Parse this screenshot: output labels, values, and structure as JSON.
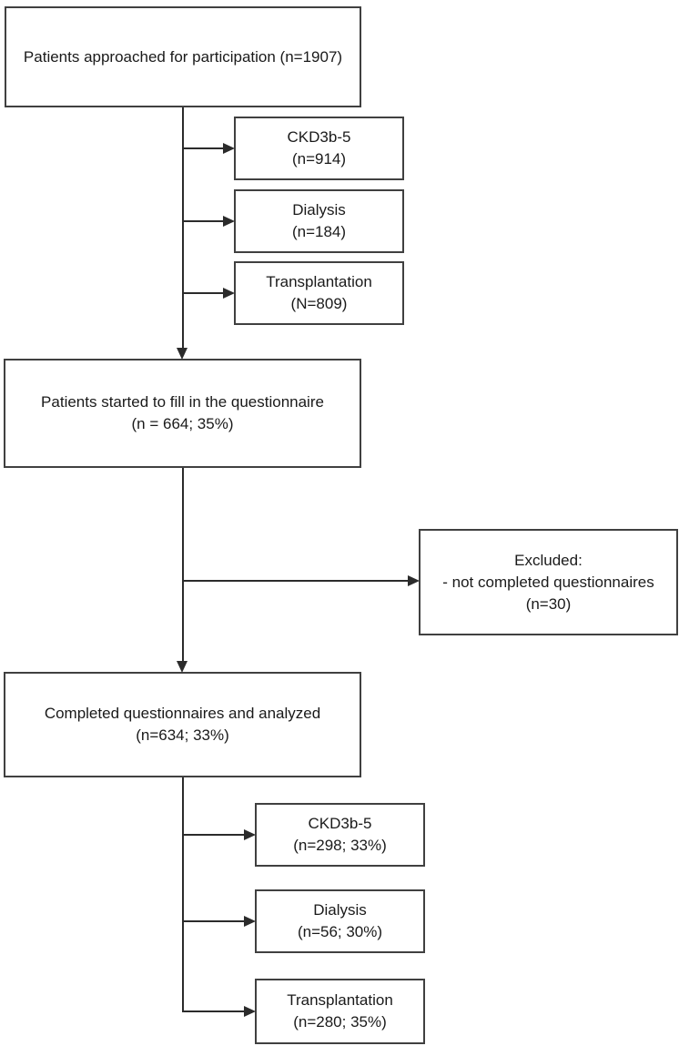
{
  "figure": {
    "type": "flowchart",
    "colors": {
      "background": "#ffffff",
      "box_border": "#404040",
      "text": "#1a1a1a",
      "connector": "#2b2b2b"
    },
    "nodes": {
      "approached": {
        "line1": "Patients approached for participation (n=1907)"
      },
      "ckd_top": {
        "line1": "CKD3b-5",
        "line2": "(n=914)"
      },
      "dialysis_top": {
        "line1": "Dialysis",
        "line2": "(n=184)"
      },
      "transplant_top": {
        "line1": "Transplantation",
        "line2": "(N=809)"
      },
      "started": {
        "line1": "Patients started to fill in the questionnaire",
        "line2": "(n = 664; 35%)"
      },
      "excluded": {
        "line1": "Excluded:",
        "line2": "- not completed questionnaires",
        "line3": "(n=30)"
      },
      "completed": {
        "line1": "Completed questionnaires and analyzed",
        "line2": "(n=634; 33%)"
      },
      "ckd_bottom": {
        "line1": "CKD3b-5",
        "line2": "(n=298; 33%)"
      },
      "dialysis_bottom": {
        "line1": "Dialysis",
        "line2": "(n=56; 30%)"
      },
      "transplant_bottom": {
        "line1": "Transplantation",
        "line2": "(n=280; 35%)"
      }
    }
  }
}
